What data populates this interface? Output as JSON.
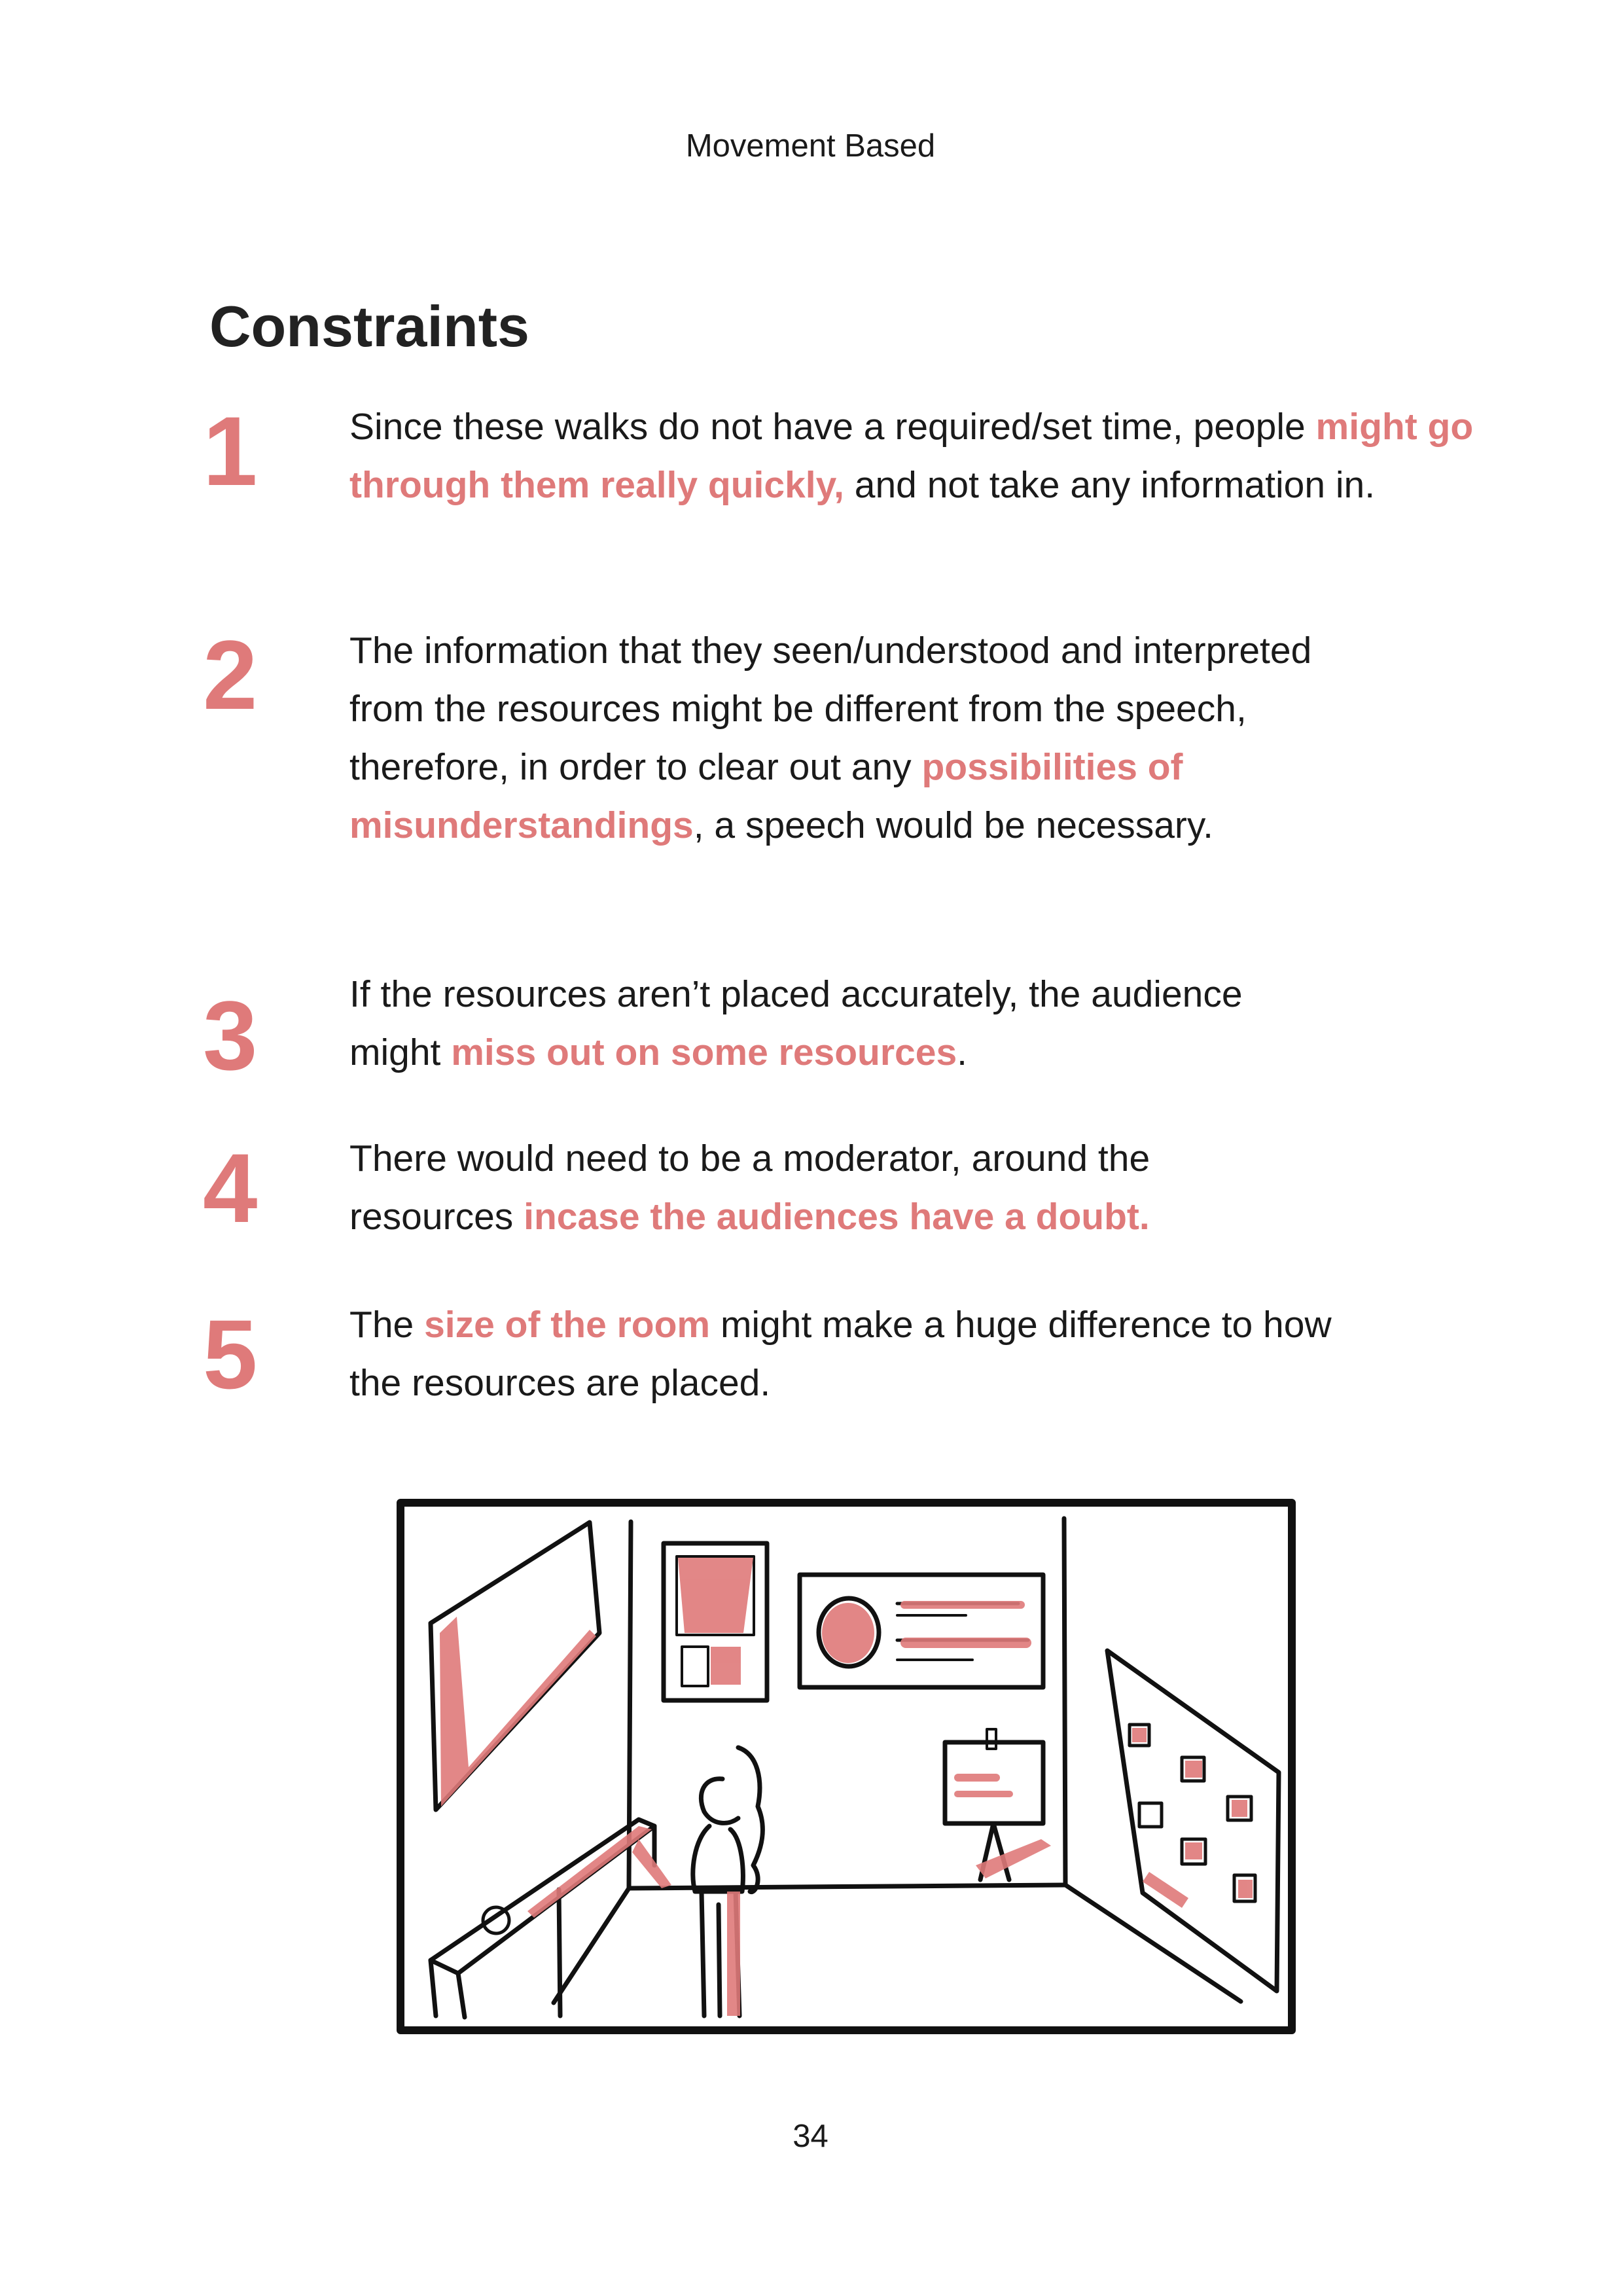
{
  "header": {
    "running_head": "Movement Based"
  },
  "page": {
    "title": "Constraints",
    "page_number": "34"
  },
  "constraints": [
    {
      "number": "1",
      "parts": [
        {
          "text": "Since these walks do not have a required/set time, people ",
          "hl": false
        },
        {
          "text": "might go through them really quickly,",
          "hl": true
        },
        {
          "text": " and not take any information in.",
          "hl": false
        }
      ]
    },
    {
      "number": "2",
      "parts": [
        {
          "text": "The information that they seen/understood and interpreted from the resources might be different from the speech, therefore, in order to clear out any ",
          "hl": false
        },
        {
          "text": "possibilities of misunderstandings",
          "hl": true
        },
        {
          "text": ", a speech would be necessary.",
          "hl": false
        }
      ]
    },
    {
      "number": "3",
      "parts": [
        {
          "text": "If the resources aren’t placed accurately, the audience might ",
          "hl": false
        },
        {
          "text": "miss out on some resources",
          "hl": true
        },
        {
          "text": ".",
          "hl": false
        }
      ]
    },
    {
      "number": "4",
      "parts": [
        {
          "text": "There would need to be a moderator, around the resources ",
          "hl": false
        },
        {
          "text": "incase the audiences have a doubt.",
          "hl": true
        }
      ]
    },
    {
      "number": "5",
      "parts": [
        {
          "text": "The ",
          "hl": false
        },
        {
          "text": "size of the room",
          "hl": true
        },
        {
          "text": " might make a huge difference to how the resources are placed.",
          "hl": false
        }
      ]
    }
  ],
  "colors": {
    "accent": "#df7a7a",
    "text": "#1a1a1a",
    "ink": "#111111"
  }
}
